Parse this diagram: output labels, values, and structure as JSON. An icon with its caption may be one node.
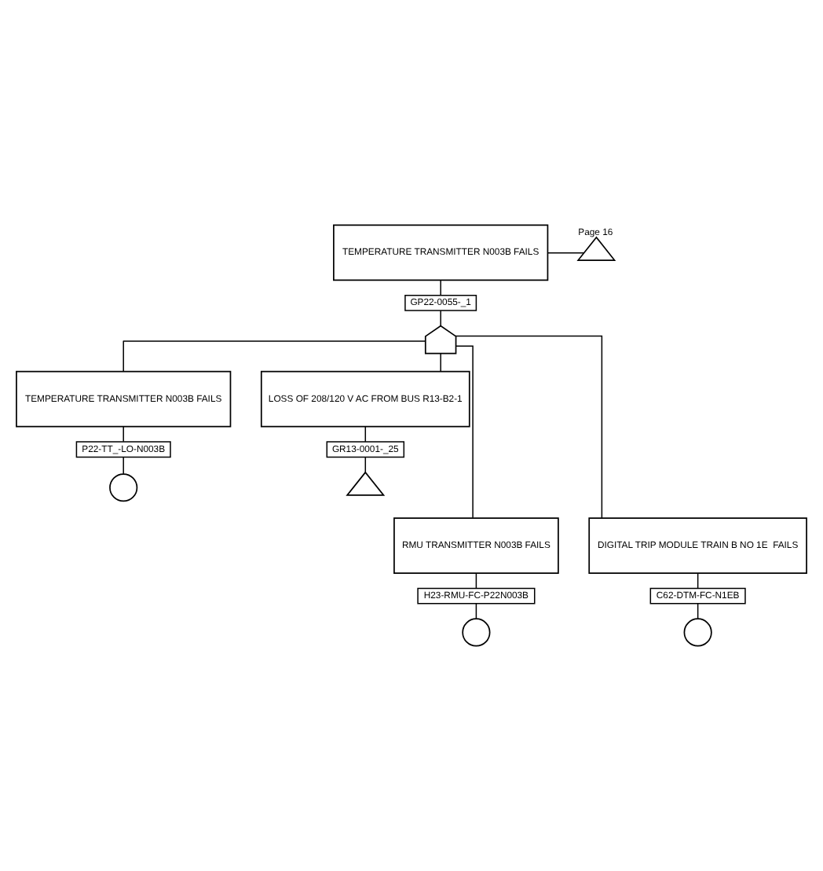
{
  "diagram": {
    "nodes": [
      {
        "text": [
          "TEMPERATURE TRANSMITTER N003B FAILS"
        ]
      },
      {
        "text": [],
        "shape": "triangle",
        "beside": [
          "Page 16"
        ]
      },
      {
        "text": [
          "GP22-0055-_1"
        ]
      },
      {
        "text": [],
        "shape": "gate"
      },
      {
        "text": [
          "TEMPERATURE TRANSMITTER N003B FAILS"
        ]
      },
      {
        "text": [
          "P22-TT_-LO-N003B"
        ]
      },
      {
        "text": [],
        "shape": "circle"
      },
      {
        "text": [
          "LOSS OF 208/120 V AC FROM BUS R13-B2-1"
        ]
      },
      {
        "text": [
          "GR13-0001-_25"
        ]
      },
      {
        "text": [],
        "shape": "triangle"
      },
      {
        "text": [
          "RMU TRANSMITTER N003B FAILS"
        ]
      },
      {
        "text": [
          "H23-RMU-FC-P22N003B"
        ]
      },
      {
        "text": [],
        "shape": "circle"
      },
      {
        "text": [
          "DIGITAL TRIP MODULE TRAIN B NO 1E  FAILS"
        ]
      },
      {
        "text": [
          "C62-DTM-FC-N1EB"
        ]
      },
      {
        "text": [],
        "shape": "circle"
      }
    ],
    "edges": [
      {
        "from": 0,
        "to": 1,
        "arrow": "none"
      },
      {
        "from": 0,
        "to": 2,
        "arrow": "none"
      },
      {
        "from": 2,
        "to": 3,
        "arrow": "none"
      },
      {
        "from": 3,
        "to": 4,
        "arrow": "none"
      },
      {
        "from": 3,
        "to": 7,
        "arrow": "none"
      },
      {
        "from": 3,
        "to": 10,
        "arrow": "none"
      },
      {
        "from": 3,
        "to": 13,
        "arrow": "none"
      },
      {
        "from": 4,
        "to": 5,
        "arrow": "none"
      },
      {
        "from": 5,
        "to": 6,
        "arrow": "none"
      },
      {
        "from": 7,
        "to": 8,
        "arrow": "none"
      },
      {
        "from": 8,
        "to": 9,
        "arrow": "none"
      },
      {
        "from": 10,
        "to": 11,
        "arrow": "none"
      },
      {
        "from": 11,
        "to": 12,
        "arrow": "none"
      },
      {
        "from": 13,
        "to": 14,
        "arrow": "none"
      },
      {
        "from": 14,
        "to": 15,
        "arrow": "none"
      }
    ]
  }
}
